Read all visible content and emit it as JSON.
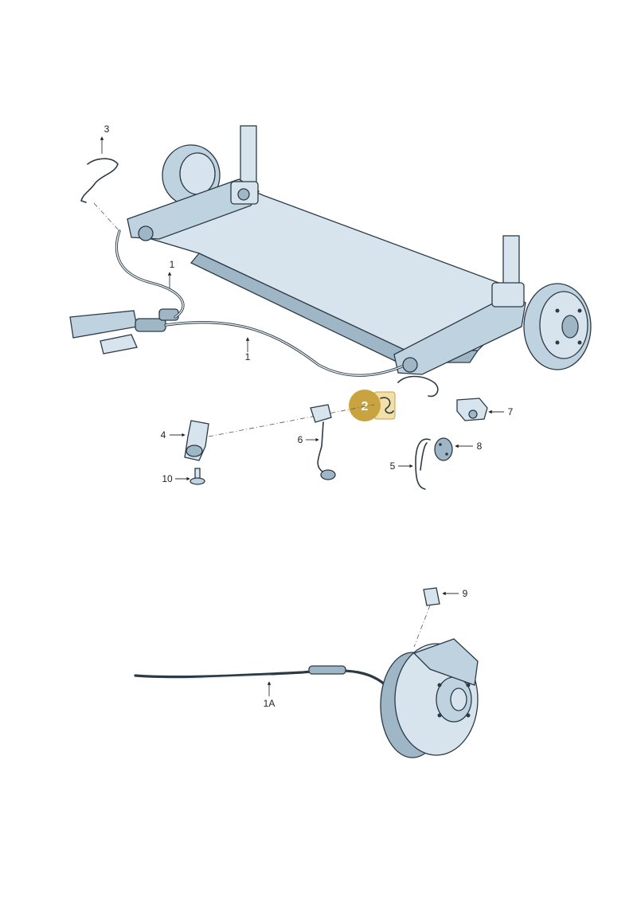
{
  "labels": {
    "p1a": "1",
    "p1b": "1",
    "p1A": "1A",
    "p2": "2",
    "p3": "3",
    "p4": "4",
    "p5": "5",
    "p6": "6",
    "p7": "7",
    "p8": "8",
    "p9": "9",
    "p10": "10"
  },
  "colors": {
    "highlight_badge": "#c9a340",
    "highlight_box": "#f3dfa8",
    "line_art": "#2b3a44",
    "metal_fill": "#d7e4ee"
  },
  "icons": {
    "arrow": "filled-triangle-arrowhead"
  }
}
